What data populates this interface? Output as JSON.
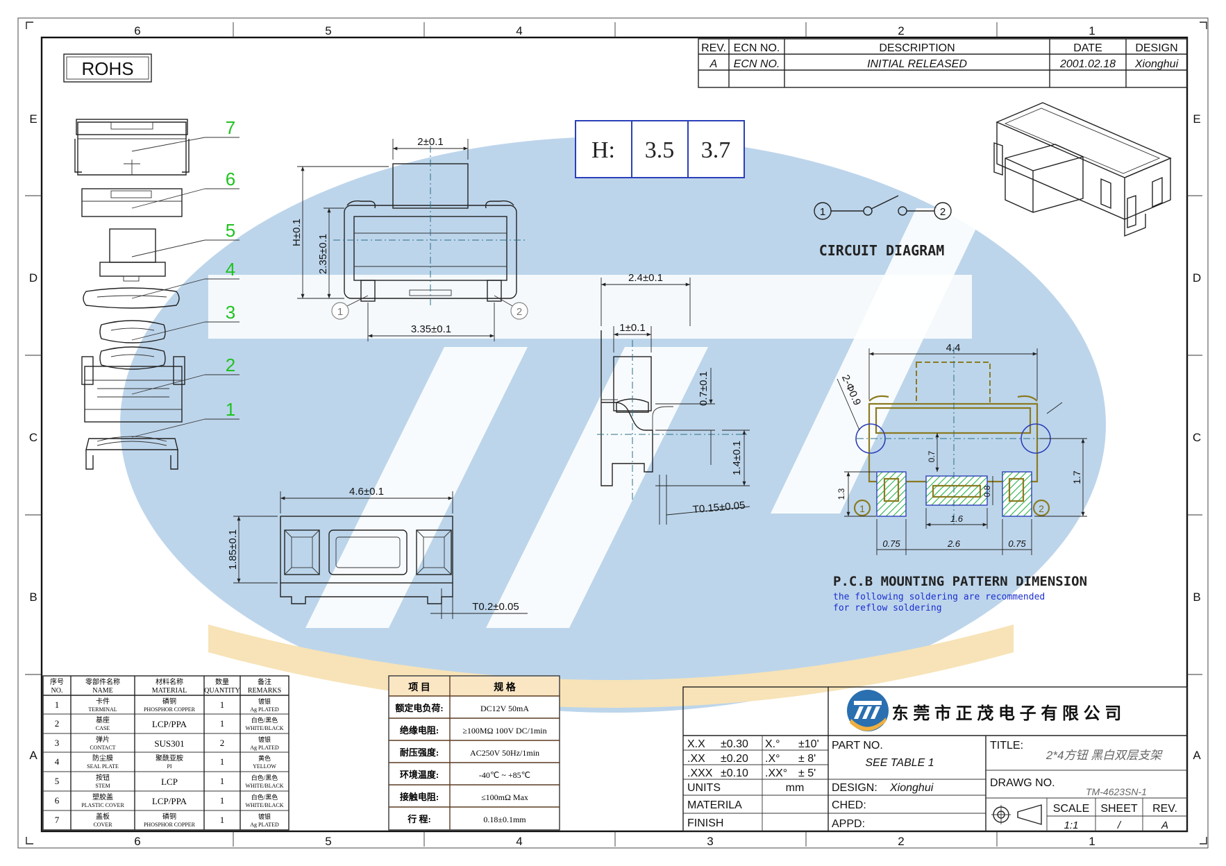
{
  "frame": {
    "col_labels": [
      "6",
      "5",
      "4",
      "3",
      "2",
      "1"
    ],
    "row_labels": [
      "E",
      "D",
      "C",
      "B",
      "A"
    ]
  },
  "rohs": "ROHS",
  "revision": {
    "headers": [
      "REV.",
      "ECN NO.",
      "DESCRIPTION",
      "DATE",
      "DESIGN"
    ],
    "row": [
      "A",
      "ECN NO.",
      "INITIAL RELEASED",
      "2001.02.18",
      "Xionghui"
    ]
  },
  "height_box": {
    "label": "H:",
    "values": [
      "3.5",
      "3.7"
    ]
  },
  "exploded": {
    "callouts": [
      "7",
      "6",
      "5",
      "4",
      "3",
      "2",
      "1"
    ]
  },
  "front_view": {
    "dims": [
      "2±0.1",
      "H±0.1",
      "2.35±0.1",
      "3.35±0.1"
    ],
    "pins": [
      "1",
      "2"
    ]
  },
  "side_view": {
    "dims": [
      "2.4±0.1",
      "1±0.1",
      "0.7±0.1",
      "1.4±0.1",
      "T0.15±0.05"
    ]
  },
  "top_view": {
    "dims": [
      "4.6±0.1",
      "1.85±0.1",
      "T0.2±0.05"
    ]
  },
  "circuit": {
    "pins": [
      "1",
      "2"
    ],
    "title": "CIRCUIT DIAGRAM"
  },
  "pcb": {
    "dims": [
      "4.4",
      "2-Φ0.9",
      "0.7",
      "1.7",
      "1.3",
      "0.8",
      "1.6",
      "0.75",
      "2.6",
      "0.75"
    ],
    "pins": [
      "1",
      "2"
    ],
    "title": "P.C.B MOUNTING PATTERN DIMENSION",
    "note": [
      "the following soldering are recommended",
      "for reflow soldering"
    ]
  },
  "bom": {
    "headers": [
      {
        "cn": "序号",
        "en": "NO."
      },
      {
        "cn": "零部件名称",
        "en": "NAME"
      },
      {
        "cn": "材料名称",
        "en": "MATERIAL"
      },
      {
        "cn": "数量",
        "en": "QUANTITY"
      },
      {
        "cn": "备注",
        "en": "REMARKS"
      }
    ],
    "rows": [
      {
        "no": "1",
        "cn": "卡件",
        "en": "TERMINAL",
        "mat_cn": "磷铜",
        "mat": "PHOSPHOR COPPER",
        "qty": "1",
        "rem_cn": "镀银",
        "rem": "Ag PLATED"
      },
      {
        "no": "2",
        "cn": "基座",
        "en": "CASE",
        "mat_cn": "",
        "mat": "LCP/PPA",
        "qty": "1",
        "rem_cn": "白色/黑色",
        "rem": "WHITE/BLACK"
      },
      {
        "no": "3",
        "cn": "弹片",
        "en": "CONTACT",
        "mat_cn": "",
        "mat": "SUS301",
        "qty": "2",
        "rem_cn": "镀银",
        "rem": "Ag PLATED"
      },
      {
        "no": "4",
        "cn": "防尘膜",
        "en": "SEAL PLATE",
        "mat_cn": "聚酰亚胺",
        "mat": "PI",
        "qty": "1",
        "rem_cn": "黄色",
        "rem": "YELLOW"
      },
      {
        "no": "5",
        "cn": "按钮",
        "en": "STEM",
        "mat_cn": "",
        "mat": "LCP",
        "qty": "1",
        "rem_cn": "白色/黑色",
        "rem": "WHITE/BLACK"
      },
      {
        "no": "6",
        "cn": "塑胶盖",
        "en": "PLASTIC COVER",
        "mat_cn": "",
        "mat": "LCP/PPA",
        "qty": "1",
        "rem_cn": "白色/黑色",
        "rem": "WHITE/BLACK"
      },
      {
        "no": "7",
        "cn": "盖板",
        "en": "COVER",
        "mat_cn": "磷铜",
        "mat": "PHOSPHOR COPPER",
        "qty": "1",
        "rem_cn": "镀银",
        "rem": "Ag PLATED"
      }
    ]
  },
  "specs": {
    "headers": [
      "项  目",
      "规  格"
    ],
    "rows": [
      [
        "额定电负荷:",
        "DC12V 50mA"
      ],
      [
        "绝缘电阻:",
        "≥100MΩ 100V DC/1min"
      ],
      [
        "耐压强度:",
        "AC250V 50Hz/1min"
      ],
      [
        "环境温度:",
        "-40℃ ~ +85℃"
      ],
      [
        "接触电阻:",
        "≤100mΩ Max"
      ],
      [
        "行    程:",
        "0.18±0.1mm"
      ]
    ]
  },
  "title_block": {
    "company": "东 莞 市 正 茂 电 子 有 限 公 司",
    "tolerances": [
      [
        "X.X",
        "±0.30",
        "X.°",
        "±10'"
      ],
      [
        ".XX",
        "±0.20",
        ".X°",
        "±  8'"
      ],
      [
        ".XXX",
        "±0.10",
        ".XX°",
        "±  5'"
      ]
    ],
    "units_label": "UNITS",
    "units_value": "mm",
    "materila_label": "MATERILA",
    "finish_label": "FINISH",
    "part_no_label": "PART  NO.",
    "part_no_value": "SEE  TABLE  1",
    "title_label": "TITLE:",
    "title_value": "2*4方钮 黑白双层支架",
    "design_label": "DESIGN:",
    "design_value": "Xionghui",
    "drawg_label": "DRAWG  NO.",
    "drawg_value": "TM-4623SN-1",
    "ched_label": "CHED:",
    "appd_label": "APPD:",
    "scale_label": "SCALE",
    "scale_value": "1:1",
    "sheet_label": "SHEET",
    "sheet_value": "/",
    "rev_label": "REV.",
    "rev_value": "A"
  },
  "colors": {
    "watermark_blue": "#b9d3ea",
    "watermark_yellow": "#f7e2b4",
    "callout_green": "#1fc21f",
    "note_blue": "#1a2fd0",
    "pad_hatch": "#26b34a",
    "olive": "#8b7a20"
  }
}
